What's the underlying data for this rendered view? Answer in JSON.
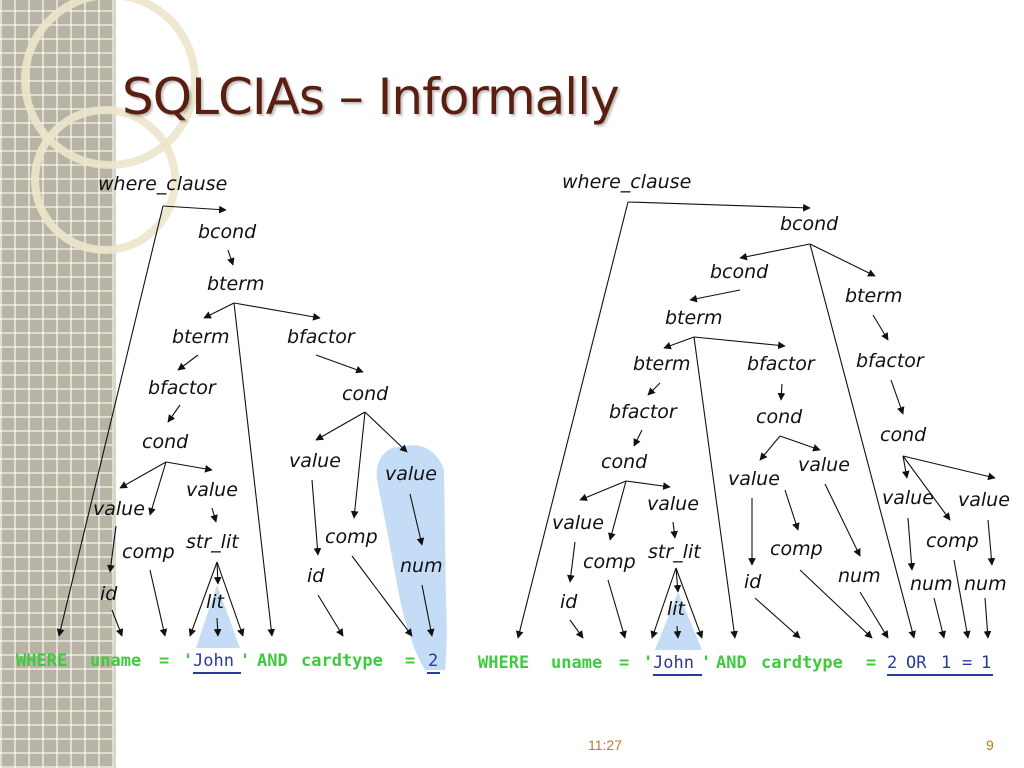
{
  "slide": {
    "title": "SQLCIAs – Informally",
    "time": "11:27",
    "page_number": "9"
  },
  "nodes": {
    "where_clause": "where_clause",
    "bcond": "bcond",
    "bterm": "bterm",
    "bfactor": "bfactor",
    "cond": "cond",
    "value": "value",
    "comp": "comp",
    "str_lit": "str_lit",
    "id": "id",
    "lit": "lit",
    "num": "num"
  },
  "query_left": {
    "where": "WHERE",
    "uname": "uname",
    "eq": "=",
    "quote": "'",
    "john": "John",
    "and": "AND",
    "cardtype": "cardtype",
    "two": "2"
  },
  "query_right": {
    "where": "WHERE",
    "uname": "uname",
    "eq": "=",
    "quote": "'",
    "john": "John",
    "and": "AND",
    "cardtype": "cardtype",
    "two": "2",
    "or": "OR",
    "one": "1"
  },
  "colors": {
    "title": "#5a1f10",
    "keyword": "#3ecb3e",
    "literal": "#2a3a9a",
    "highlight": "#c5dcf7",
    "footer": "#c07a20"
  }
}
